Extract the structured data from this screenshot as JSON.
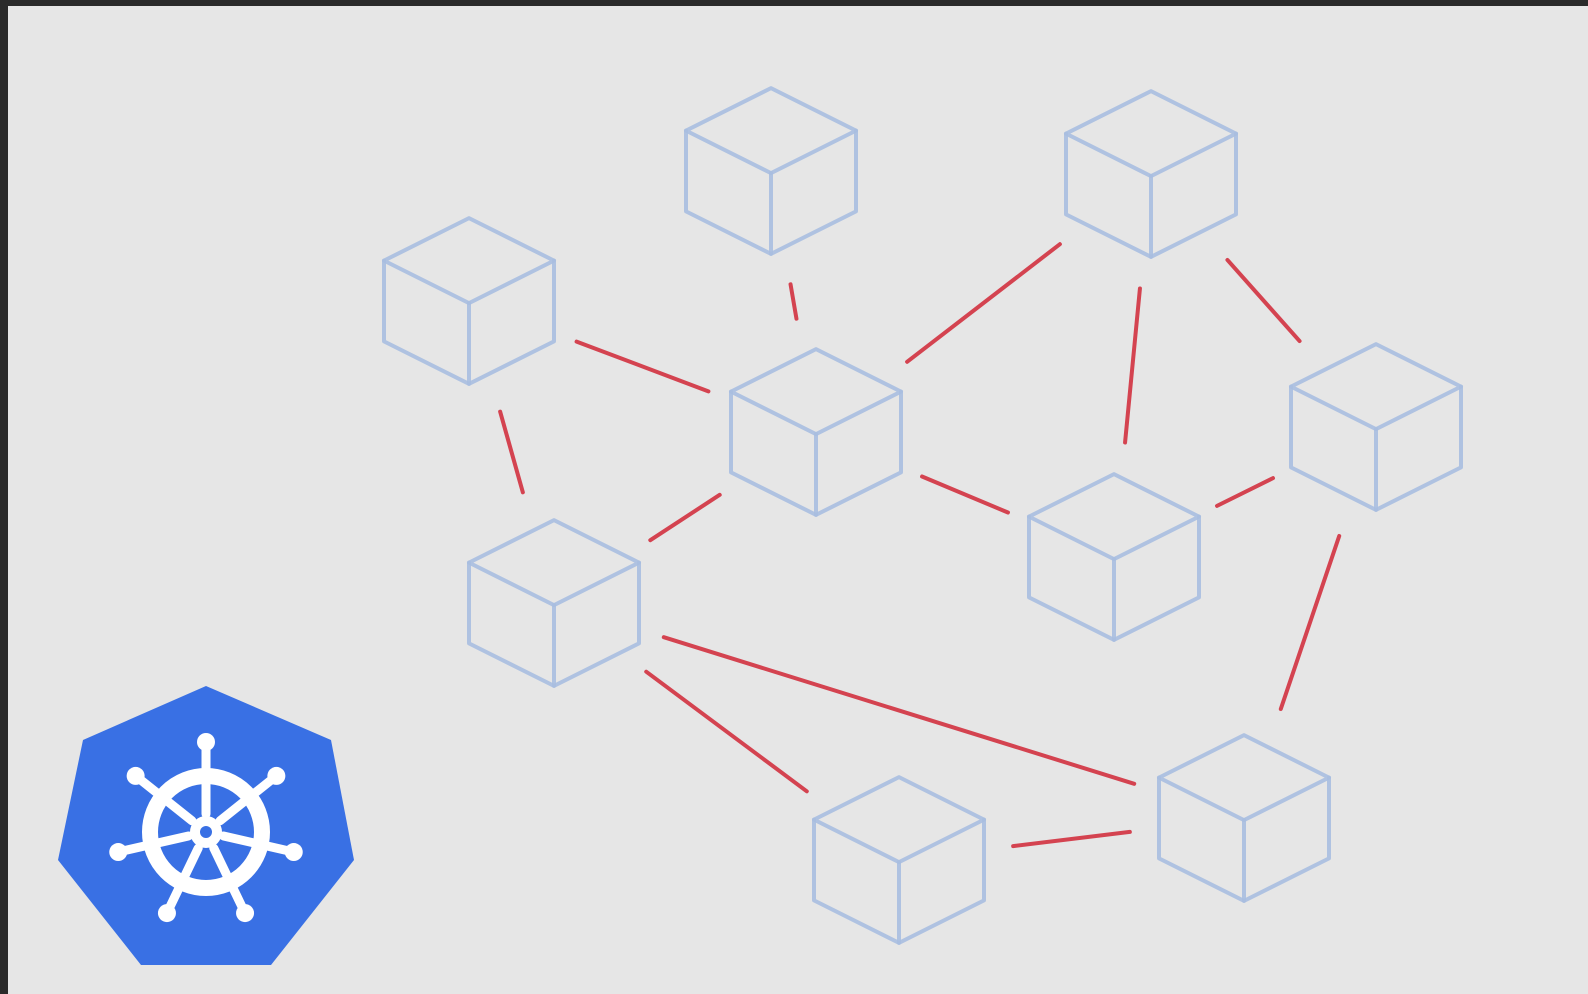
{
  "colors": {
    "frame_background": "#e6e6e6",
    "outer_border": "#2a2a2a",
    "node_stroke": "#a9bee0",
    "edge_stroke": "#d2313f",
    "logo_fill": "#3970e4",
    "logo_wheel": "#ffffff"
  },
  "diagram": {
    "nodes": [
      {
        "id": "n1"
      },
      {
        "id": "n2"
      },
      {
        "id": "n3"
      },
      {
        "id": "n4"
      },
      {
        "id": "n5"
      },
      {
        "id": "n6"
      },
      {
        "id": "n7"
      },
      {
        "id": "n8"
      },
      {
        "id": "n9"
      },
      {
        "id": "n10"
      }
    ],
    "edges": [
      [
        "n1",
        "n4"
      ],
      [
        "n1",
        "n5"
      ],
      [
        "n2",
        "n4"
      ],
      [
        "n4",
        "n3"
      ],
      [
        "n4",
        "n5"
      ],
      [
        "n4",
        "n7"
      ],
      [
        "n3",
        "n7"
      ],
      [
        "n3",
        "n6"
      ],
      [
        "n6",
        "n7"
      ],
      [
        "n6",
        "n10"
      ],
      [
        "n5",
        "n10"
      ],
      [
        "n5",
        "n9"
      ],
      [
        "n9",
        "n10"
      ]
    ]
  },
  "logo": {
    "icon": "kubernetes-helm-icon"
  }
}
